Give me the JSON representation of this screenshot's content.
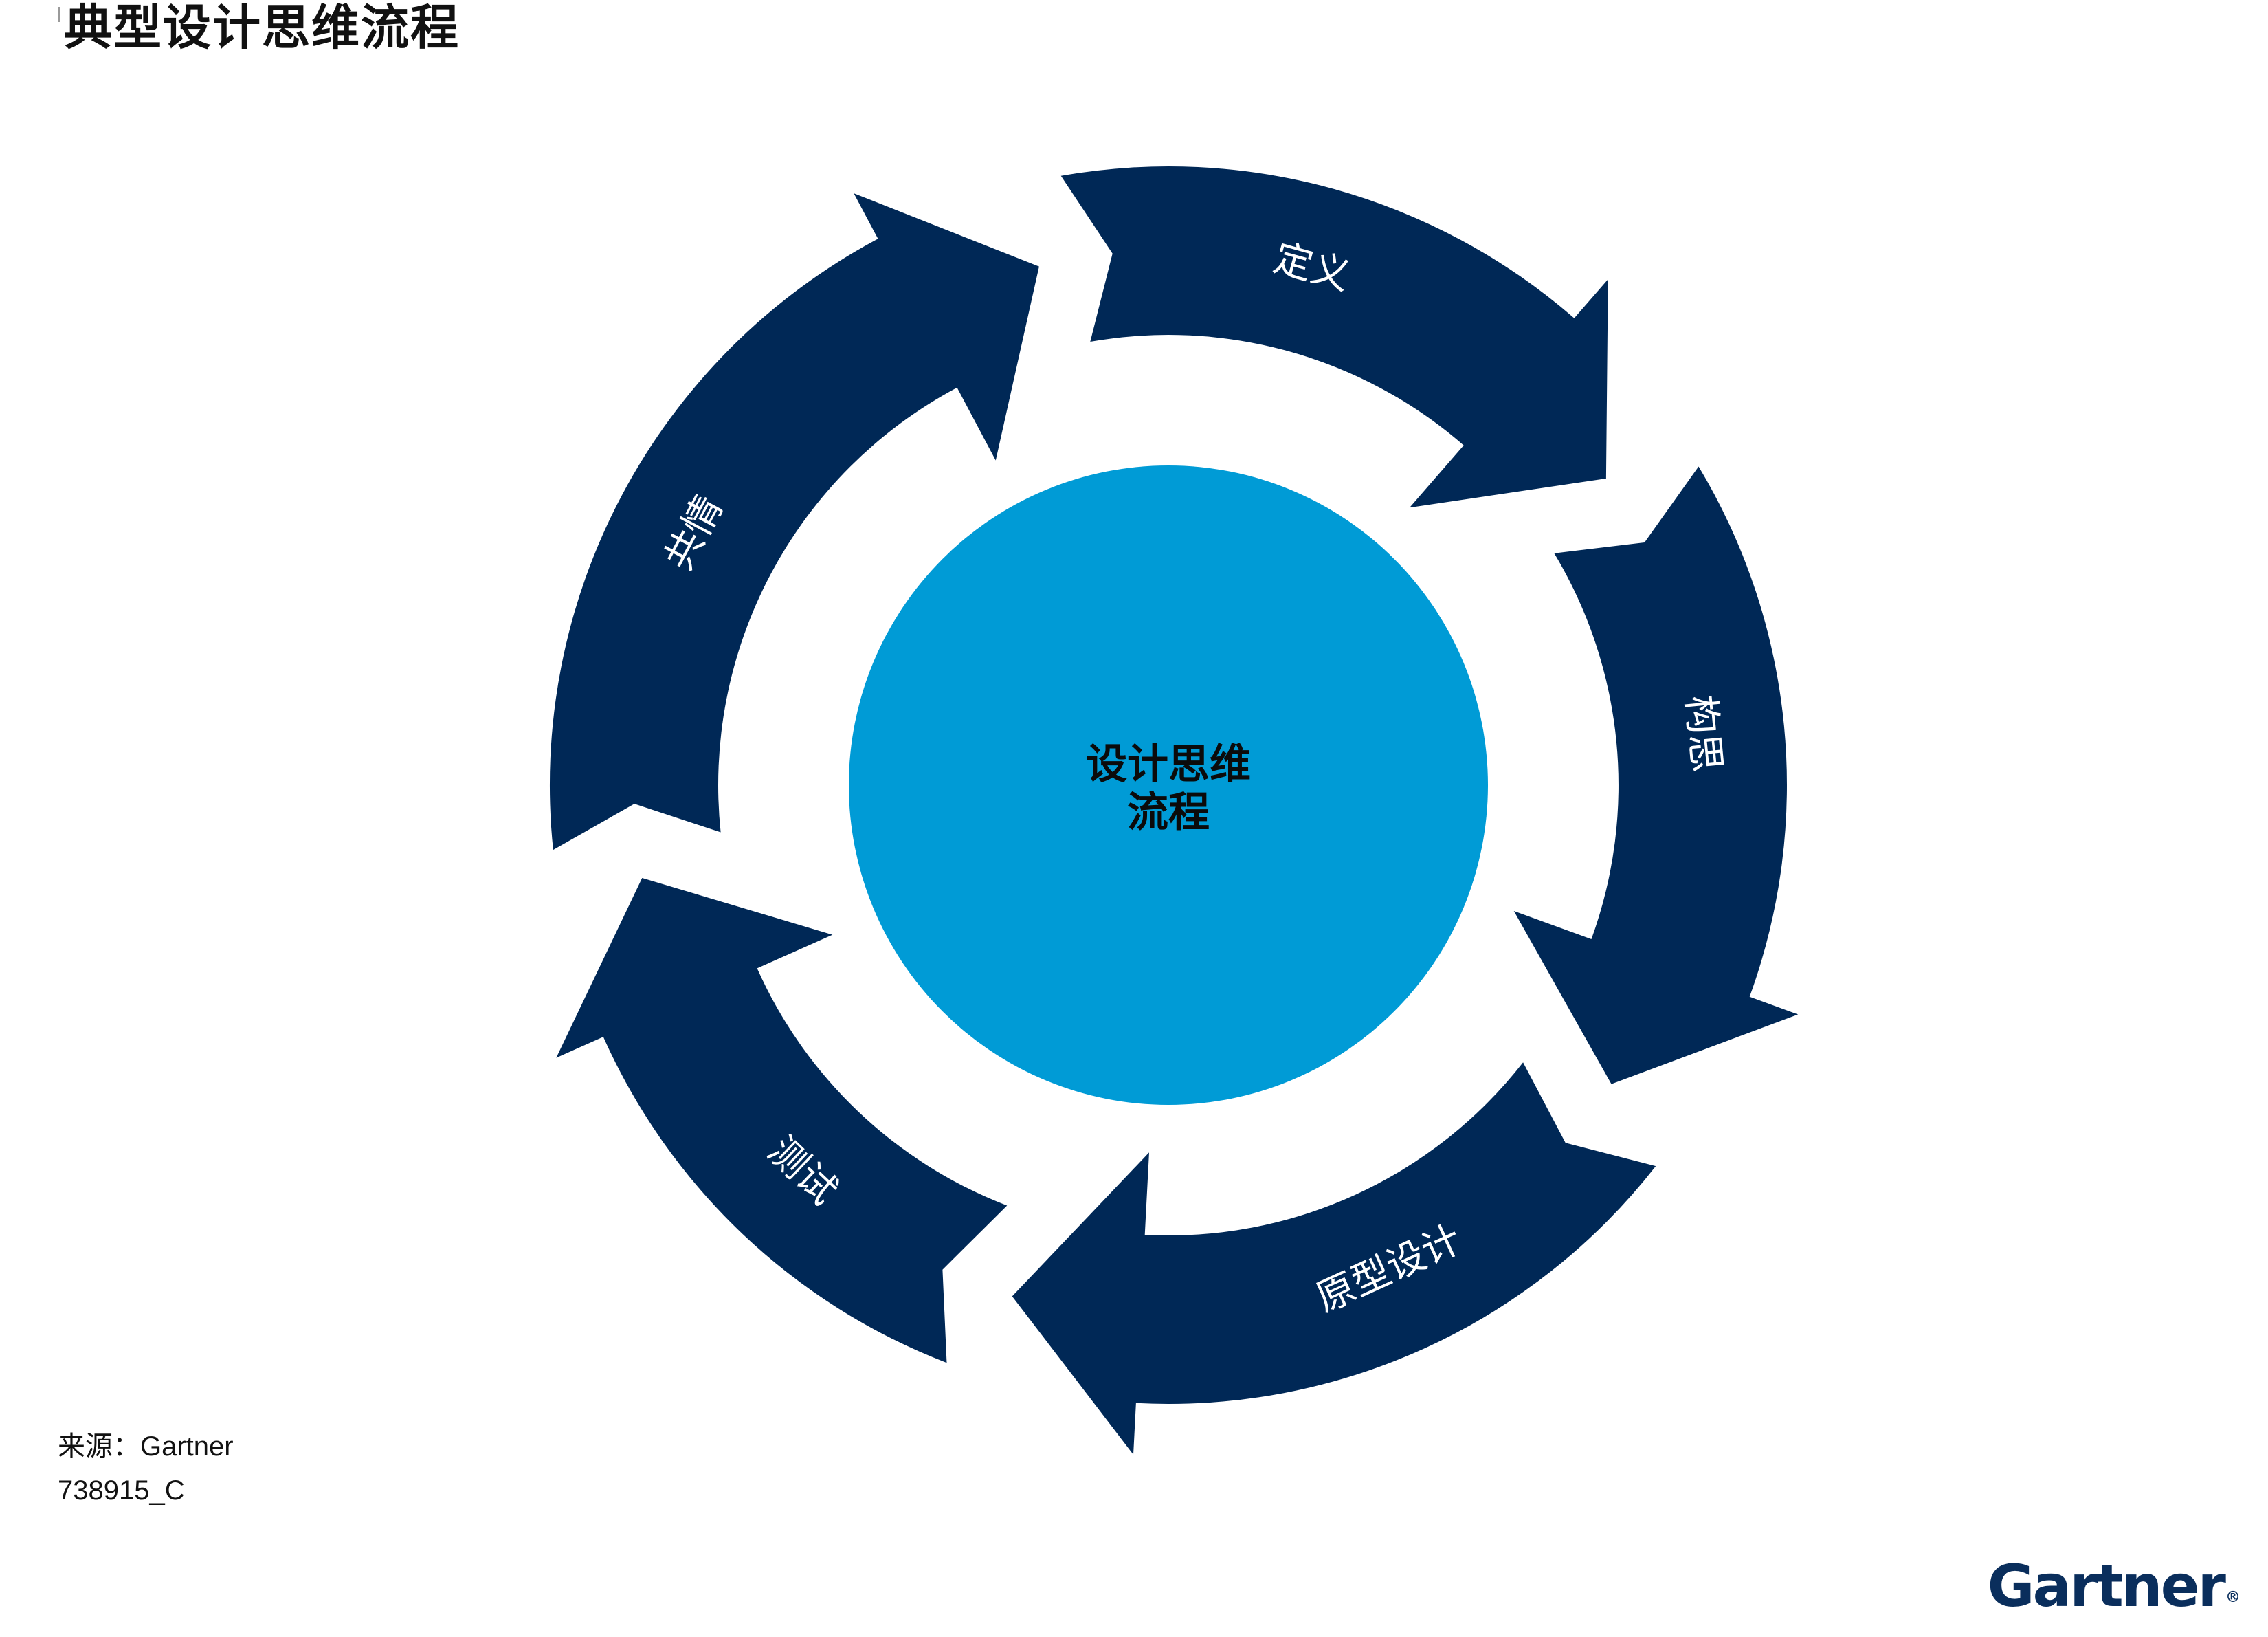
{
  "title": "典型设计思维流程",
  "center": {
    "lines": [
      "设计思维",
      "流程"
    ]
  },
  "stages": [
    {
      "label": "共情"
    },
    {
      "label": "定义"
    },
    {
      "label": "构思"
    },
    {
      "label": "原型设计"
    },
    {
      "label": "测试"
    }
  ],
  "footer": {
    "source_prefix": "来源：",
    "source_name": "Gartner",
    "doc_id": "738915_C"
  },
  "logo": {
    "text": "Gartner",
    "mark": "®"
  },
  "colors": {
    "arrow": "#002856",
    "center_circle": "#009bd6",
    "background": "#ffffff",
    "logo": "#0a2e5c"
  }
}
